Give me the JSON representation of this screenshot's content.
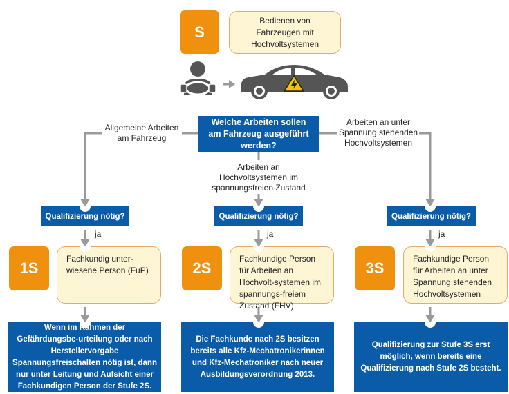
{
  "top": {
    "level_badge": "S",
    "description": "Bedienen von Fahrzeugen mit Hochvoltsystemen",
    "icons": [
      "driver-icon",
      "arrow-right-icon",
      "car-icon",
      "high-voltage-warning-icon"
    ]
  },
  "question": "Welche Arbeiten sollen am Fahrzeug ausgeführt werden?",
  "branch_labels": {
    "left": "Allgemeine Arbeiten am Fahrzeug",
    "middle": "Arbeiten an Hochvoltsystemen im spannungsfreien Zustand",
    "right": "Arbeiten an unter Spannung stehenden Hochvoltsystemen"
  },
  "columns": [
    {
      "qualify_label": "Qualifizierung nötig?",
      "yes_label": "ja",
      "level_badge": "1S",
      "description": "Fachkundig unter-wiesene Person (FuP)",
      "note": "Wenn im Rahmen der Gefährdungsbe-urteilung oder nach Herstellervorgabe Spannungsfreischalten nötig ist, dann nur unter Leitung und Aufsicht einer Fachkundigen Person der Stufe 2S."
    },
    {
      "qualify_label": "Qualifizierung nötig?",
      "yes_label": "ja",
      "level_badge": "2S",
      "description": "Fachkundige Person für Arbeiten an Hochvolt-systemen im spannungs-freiem Zustand (FHV)",
      "note": "Die Fachkunde nach 2S besitzen bereits alle Kfz-Mechatronikerinnen und Kfz-Mechatroniker nach neuer Ausbildungsverordnung 2013."
    },
    {
      "qualify_label": "Qualifizierung nötig?",
      "yes_label": "ja",
      "level_badge": "3S",
      "description": "Fachkundige Person für Arbeiten an unter Spannung stehenden Hochvoltsystemen",
      "note": "Qualifizierung zur Stufe 3S erst möglich, wenn bereits eine Qualifizierung nach Stufe 2S besteht."
    }
  ],
  "colors": {
    "orange": "#f0900f",
    "blue": "#0b5ca8",
    "yellow_fill": "#fef5d5",
    "yellow_border": "#e9a867",
    "connector_gray": "#9a9a9a",
    "icon_gray": "#555555"
  }
}
